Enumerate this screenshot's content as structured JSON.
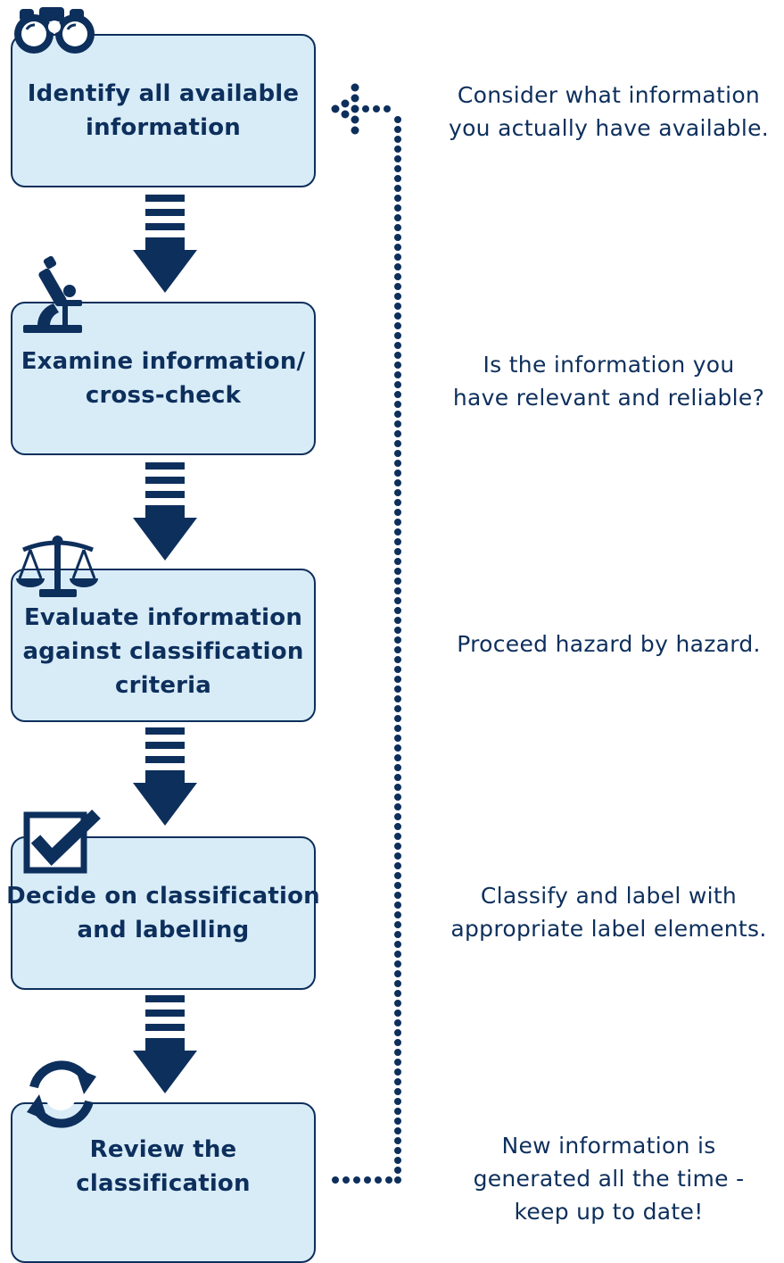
{
  "steps": [
    {
      "lines": [
        "Identify all available",
        "information"
      ],
      "icon": "binoculars-icon"
    },
    {
      "lines": [
        "Examine information/",
        "cross-check"
      ],
      "icon": "microscope-icon"
    },
    {
      "lines": [
        "Evaluate information",
        "against classification",
        "criteria"
      ],
      "icon": "balance-scale-icon"
    },
    {
      "lines": [
        "Decide on classification",
        "and labelling"
      ],
      "icon": "checkbox-icon"
    },
    {
      "lines": [
        "Review the",
        "classification"
      ],
      "icon": "refresh-cycle-icon"
    }
  ],
  "notes": [
    [
      "Consider what information",
      "you actually have available."
    ],
    [
      "Is the information you",
      "have relevant and reliable?"
    ],
    [
      "Proceed hazard by hazard."
    ],
    [
      "Classify and label with",
      "appropriate label elements."
    ],
    [
      "New information is",
      "generated all the time -",
      "keep up to date!"
    ]
  ],
  "colors": {
    "navy": "#0d2f5c",
    "box_fill": "#d8ecf8"
  }
}
